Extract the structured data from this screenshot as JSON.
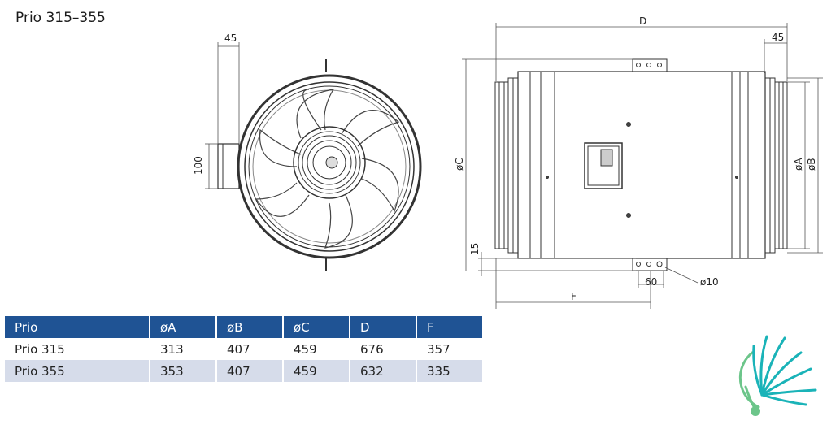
{
  "title": "Prio 315–355",
  "labels": {
    "top_dim_45_left": "45",
    "left_dim_100": "100",
    "top_dim_D": "D",
    "top_dim_45_right": "45",
    "dim_C": "øC",
    "dim_A": "øA",
    "dim_B": "øB",
    "dim_15": "15",
    "dim_60": "60",
    "dim_10": "ø10",
    "dim_F": "F"
  },
  "table": {
    "headers": [
      "Prio",
      "øA",
      "øB",
      "øC",
      "D",
      "F"
    ],
    "rows": [
      [
        "Prio 315",
        "313",
        "407",
        "459",
        "676",
        "357"
      ],
      [
        "Prio 355",
        "353",
        "407",
        "459",
        "632",
        "335"
      ]
    ]
  },
  "colors": {
    "header_bg": "#1f5394",
    "row_alt_bg": "#d6dcea",
    "logo_teal": "#1ab3b8",
    "logo_green": "#6cc58a"
  }
}
